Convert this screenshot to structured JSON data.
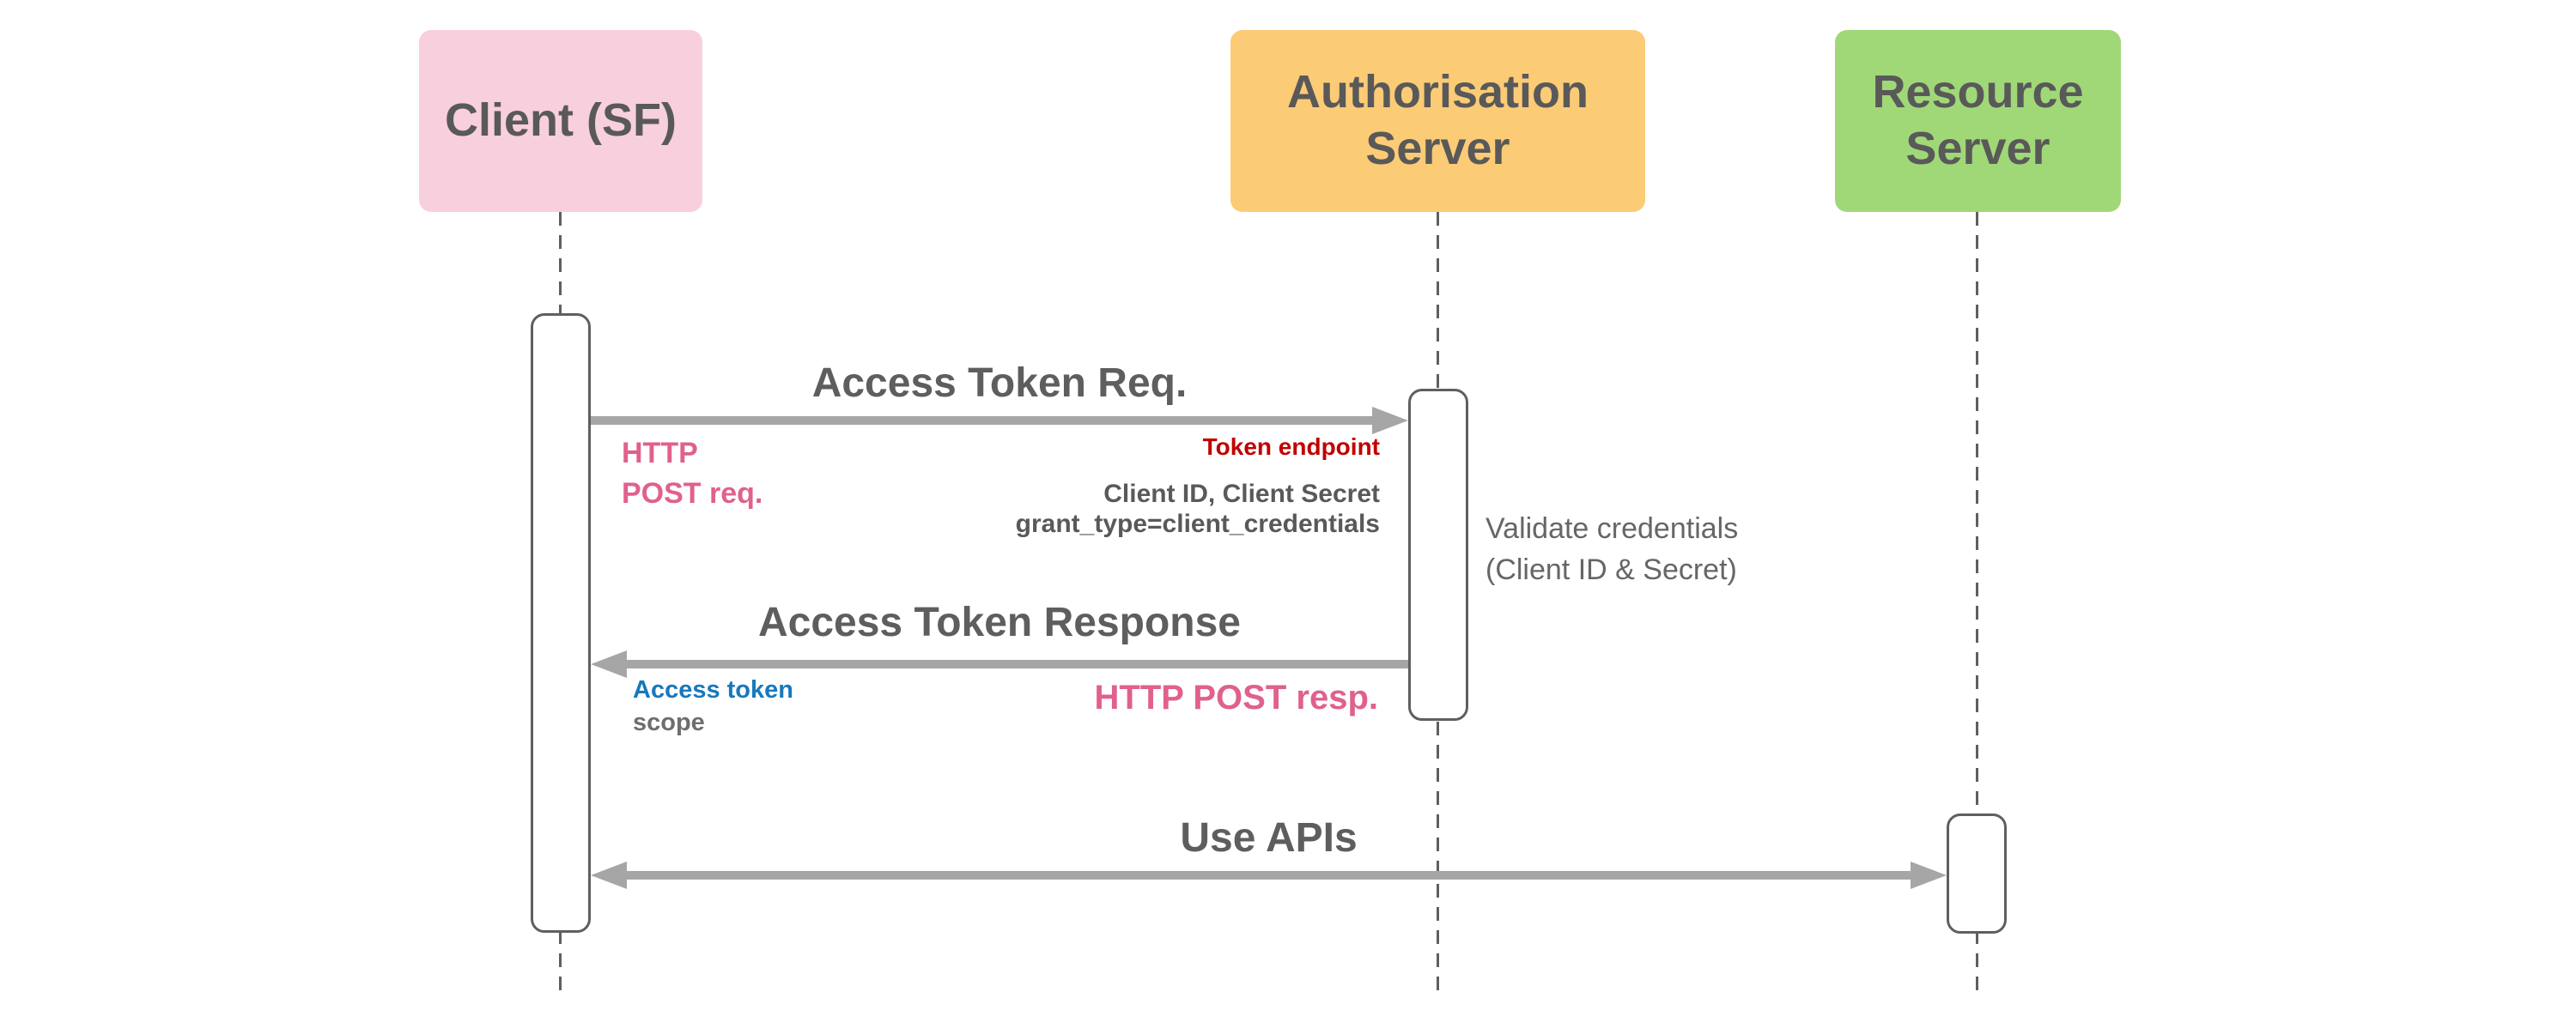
{
  "actors": [
    {
      "id": "client",
      "label": "Client (SF)",
      "fill": "#f8cfdc"
    },
    {
      "id": "authorisation-server",
      "label": "Authorisation\nServer",
      "fill": "#fccb76"
    },
    {
      "id": "resource-server",
      "label": "Resource\nServer",
      "fill": "#a0d878"
    }
  ],
  "messages": [
    {
      "label": "Access Token Req.",
      "from": "client",
      "to": "authorisation-server",
      "direction": "right"
    },
    {
      "label": "Access Token Response",
      "from": "authorisation-server",
      "to": "client",
      "direction": "left"
    },
    {
      "label": "Use APIs",
      "from": "client",
      "to": "resource-server",
      "direction": "both"
    }
  ],
  "annotations": {
    "http_post_req": {
      "text": "HTTP\nPOST req.",
      "color": "#e0608e"
    },
    "token_endpoint": {
      "text": "Token endpoint",
      "color": "#c00000"
    },
    "client_credentials": {
      "text": "Client ID, Client Secret\ngrant_type=client_credentials",
      "color": "#595959"
    },
    "validate_credentials": {
      "text": "Validate credentials\n(Client ID & Secret)",
      "color": "#666666"
    },
    "access_token": {
      "text": "Access token",
      "color": "#1878bc"
    },
    "scope": {
      "text": "scope",
      "color": "#6e6e6e"
    },
    "http_post_resp": {
      "text": "HTTP POST resp.",
      "color": "#e0608e"
    }
  },
  "colors": {
    "arrow": "#a6a6a6",
    "lifeline": "#5f5f5f",
    "actor_text": "#595959",
    "message_text": "#5e5e5e"
  }
}
